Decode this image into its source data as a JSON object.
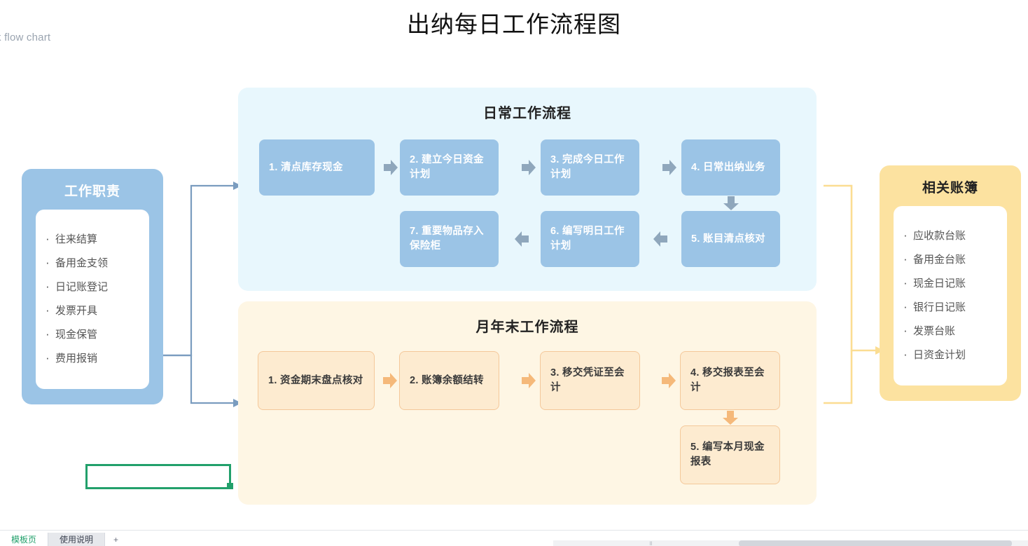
{
  "page": {
    "title": "出纳每日工作流程图",
    "breadcrumb": "k flow chart"
  },
  "panel_left": {
    "title": "工作职责",
    "items": [
      "往来结算",
      "备用金支领",
      "日记账登记",
      "发票开具",
      "现金保管",
      "费用报销"
    ],
    "color": "#9BC4E6"
  },
  "panel_right": {
    "title": "相关账簿",
    "items": [
      "应收款台账",
      "备用金台账",
      "现金日记账",
      "银行日记账",
      "发票台账",
      "日资金计划"
    ],
    "color": "#FCE2A0"
  },
  "sections": {
    "daily": {
      "title": "日常工作流程",
      "background": "#E8F7FD",
      "box_color": "#9BC4E6",
      "steps": [
        "1. 清点库存现金",
        "2. 建立今日资金计划",
        "3. 完成今日工作计划",
        "4. 日常出纳业务",
        "5. 账目清点核对",
        "6. 编写明日工作计划",
        "7. 重要物品存入保险柜"
      ]
    },
    "monthly": {
      "title": "月年末工作流程",
      "background": "#FEF6E4",
      "box_color": "#FDEBD0",
      "steps": [
        "1. 资金期末盘点核对",
        "2. 账簿余额结转",
        "3. 移交凭证至会计",
        "4. 移交报表至会计",
        "5. 编写本月现金报表"
      ]
    }
  },
  "selection": {
    "border_color": "#22A06B",
    "text": ""
  },
  "bottombar": {
    "tabs": [
      {
        "label": "模板页",
        "state": "active"
      },
      {
        "label": "使用说明",
        "state": "idle"
      },
      {
        "label": "+",
        "state": "plus"
      }
    ]
  }
}
